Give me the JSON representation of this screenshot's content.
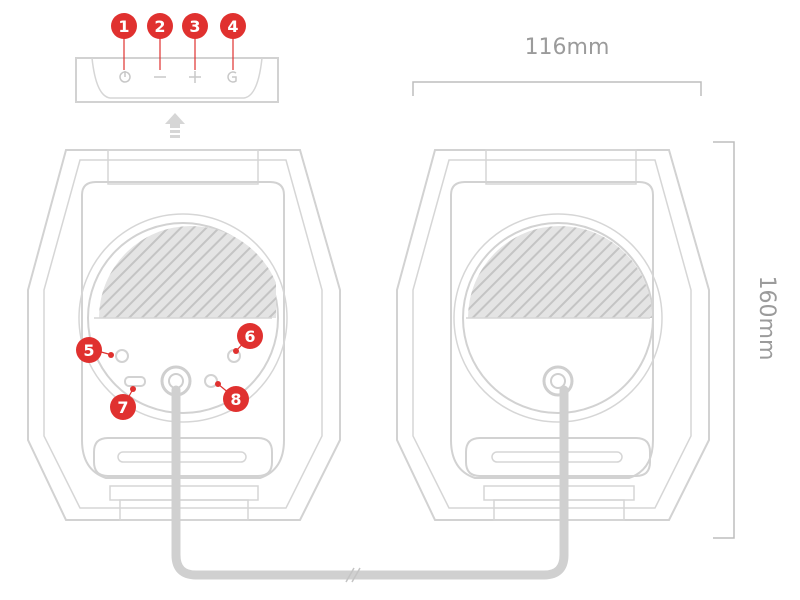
{
  "dimensions": {
    "width_label": "116mm",
    "height_label": "160mm"
  },
  "callouts": [
    {
      "number": "1",
      "part": "power-button"
    },
    {
      "number": "2",
      "part": "volume-down-button"
    },
    {
      "number": "3",
      "part": "volume-up-button"
    },
    {
      "number": "4",
      "part": "mode-button"
    },
    {
      "number": "5",
      "part": "left-rear-port"
    },
    {
      "number": "6",
      "part": "right-rear-port"
    },
    {
      "number": "7",
      "part": "usb-c-port"
    },
    {
      "number": "8",
      "part": "aux-port"
    }
  ],
  "colors": {
    "callout": "#e0312f",
    "outline": "#d2d2d2",
    "dimension_text": "#9b9b9b"
  }
}
